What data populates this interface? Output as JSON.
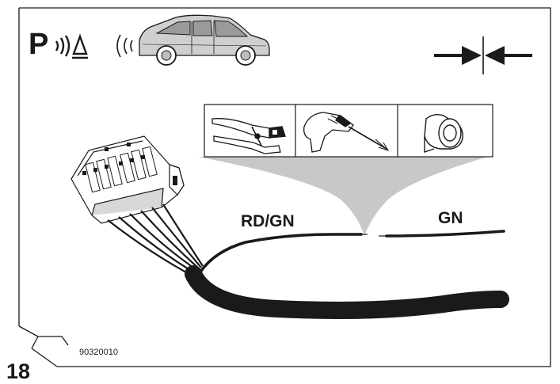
{
  "step_number": "18",
  "figure_code": "90320010",
  "wire_labels": {
    "left": "RD/GN",
    "right": "GN"
  },
  "icons": {
    "park_assist": "parking-sensor-symbol-icon",
    "vehicle": "minivan-icon",
    "join_wires": "arrows-pointing-to-line-icon",
    "tools": [
      "wire-stripper-icon",
      "soldering-iron-icon",
      "insulating-tape-roll-icon"
    ],
    "connector": "multi-pin-connector-icon"
  },
  "colors": {
    "line": "#1a1a1a",
    "funnel_fill": "#c8c8c8"
  }
}
